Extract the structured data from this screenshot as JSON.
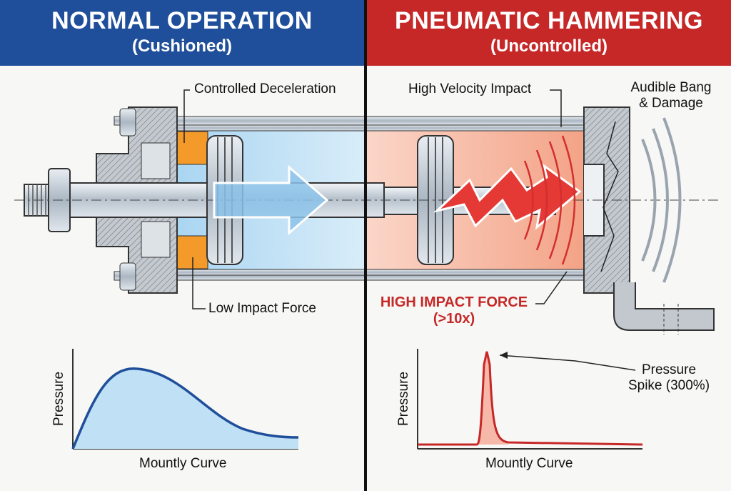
{
  "left_panel": {
    "title": "NORMAL OPERATION",
    "subtitle": "(Cushioned)",
    "callouts": {
      "deceleration": "Controlled Deceleration",
      "impact": "Low Impact Force"
    },
    "graph": {
      "ylabel": "Pressure",
      "xlabel": "Mountly Curve"
    }
  },
  "right_panel": {
    "title": "PNEUMATIC HAMMERING",
    "subtitle": "(Uncontrolled)",
    "callouts": {
      "velocity": "High Velocity Impact",
      "bang_line1": "Audible Bang",
      "bang_line2": "& Damage",
      "force_line1": "HIGH IMPACT FORCE",
      "force_line2": "(>10x)",
      "spike_line1": "Pressure",
      "spike_line2": "Spike (300%)"
    },
    "graph": {
      "ylabel": "Pressure",
      "xlabel": "Mountly Curve"
    }
  },
  "colors": {
    "blue": "#1f4f9a",
    "red": "#c62828",
    "cushion_orange": "#f39a2b",
    "chamber_blue": "#bfe0f5",
    "chamber_red": "#f5b9a5"
  }
}
